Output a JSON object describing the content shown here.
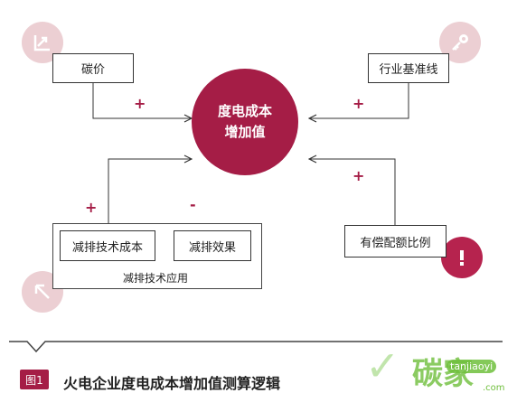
{
  "center": {
    "line1": "度电成本",
    "line2": "增加值"
  },
  "nodes": {
    "carbon_price": "碳价",
    "industry_baseline": "行业基准线",
    "compensated_quota_ratio": "有偿配额比例",
    "tech_cost": "减排技术成本",
    "tech_effect": "减排效果",
    "tech_application": "减排技术应用"
  },
  "signs": {
    "carbon_price": "+",
    "industry_baseline": "+",
    "tech_cost": "+",
    "tech_effect": "-",
    "compensated_quota_ratio": "+"
  },
  "caption": {
    "badge": "图1",
    "title": "火电企业度电成本增加值测算逻辑"
  },
  "watermark": {
    "brand": "碳家",
    "pinyin": "tanjiaoyi",
    "domain": ".com"
  },
  "colors": {
    "accent": "#a51d46",
    "deco_light": "#eccfd3",
    "watermark": "#6fbf3c"
  },
  "icons": {
    "top_left": "trend-up-icon",
    "top_right": "key-icon",
    "bottom_right": "alert-icon",
    "bottom_left": "arrow-up-left-icon"
  }
}
